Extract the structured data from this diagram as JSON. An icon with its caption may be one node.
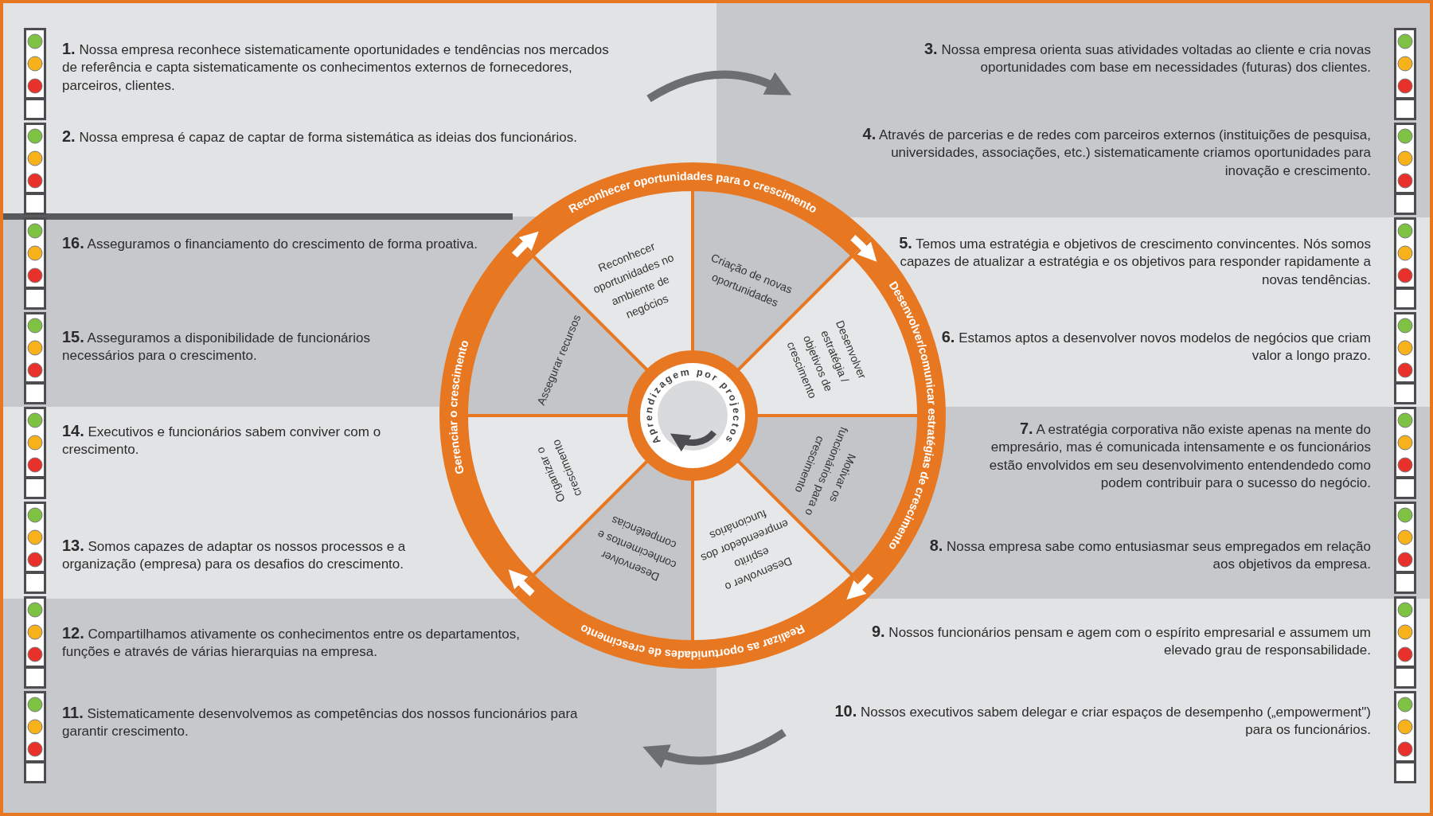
{
  "diagram": {
    "nodes": [
      {
        "text": [
          "Reconhecer oportunidades para o crescimento"
        ]
      },
      {
        "text": [
          "Desenvolver/comunicar estratégias de crescimento"
        ]
      },
      {
        "text": [
          "Realizar as oportunidades de crescimento"
        ]
      },
      {
        "text": [
          "Gerenciar o crescimento"
        ]
      },
      {
        "text": [
          "Reconhecer oportunidades no ambiente de negócios"
        ]
      },
      {
        "text": [
          "Criação de novas oportunidades"
        ]
      },
      {
        "text": [
          "Desenvolver estratégia / objetivos de crescimento"
        ]
      },
      {
        "text": [
          "Motivar os funcionários para o crescimento"
        ]
      },
      {
        "text": [
          "Desenvolver o espírito empreendedor dos funcionários"
        ]
      },
      {
        "text": [
          "Desenvolver conhecimentos e competências"
        ]
      },
      {
        "text": [
          "Organizar o crescimento"
        ]
      },
      {
        "text": [
          "Assegurar recursos"
        ]
      },
      {
        "text": [
          "Aprendizagem por projectos"
        ]
      }
    ],
    "edges": [
      {
        "from": 3,
        "to": 0,
        "arrow": "to"
      },
      {
        "from": 0,
        "to": 1,
        "arrow": "to"
      },
      {
        "from": 1,
        "to": 2,
        "arrow": "to"
      },
      {
        "from": 2,
        "to": 3,
        "arrow": "to"
      }
    ],
    "labels": [
      "**1.** Nossa empresa reconhece sistematicamente oportunidades e tendências nos mercados de referência e capta sistematicamente os conhecimentos externos de fornecedores, parceiros, clientes.",
      "**2.** Nossa empresa é capaz de captar de forma sistemática as ideias dos funcionários.",
      "**3.** Nossa empresa orienta suas atividades voltadas ao cliente e cria novas oportunidades com base em necessidades (futuras) dos clientes.",
      "**4.** Através de parcerias e de redes com parceiros externos (instituições de pesquisa, universidades, associações, etc.) sistematicamente criamos oportunidades para inovação e crescimento.",
      "**5.** Temos uma estratégia e objetivos de crescimento convincentes. Nós somos capazes de atualizar a estratégia e os objetivos para responder rapidamente a novas tendências.",
      "**6.** Estamos aptos a desenvolver novos modelos de negócios que criam valor a longo prazo.",
      "**7.** A estratégia corporativa não existe apenas na mente do empresário, mas é comunicada intensamente e os funcionários estão envolvidos em seu desenvolvimento entendendedo como podem contribuir para o sucesso do negócio.",
      "**8.** Nossa empresa sabe como entusiasmar seus empregados em relação aos objetivos da empresa.",
      "**9.** Nossos funcionários pensam e agem com o espírito empresarial e assumem um elevado grau de responsabilidade.",
      "**10.** Nossos executivos sabem delegar e criar espaços de desempenho („empowerment\") para os funcionários.",
      "**11.** Sistematicamente desenvolvemos as competências dos nossos funcionários para garantir crescimento.",
      "**12.** Compartilhamos ativamente os conhecimentos entre os departamentos, funções e através de várias hierarquias na empresa.",
      "**13.** Somos capazes de adaptar os nossos processos e a organização (empresa) para os desafios do crescimento.",
      "**14.** Executivos e funcionários sabem conviver com o crescimento.",
      "**15.** Asseguramos a disponibilidade de funcionários necessários para o crescimento.",
      "**16.** Asseguramos o financiamento do crescimento de forma proativa."
    ]
  }
}
